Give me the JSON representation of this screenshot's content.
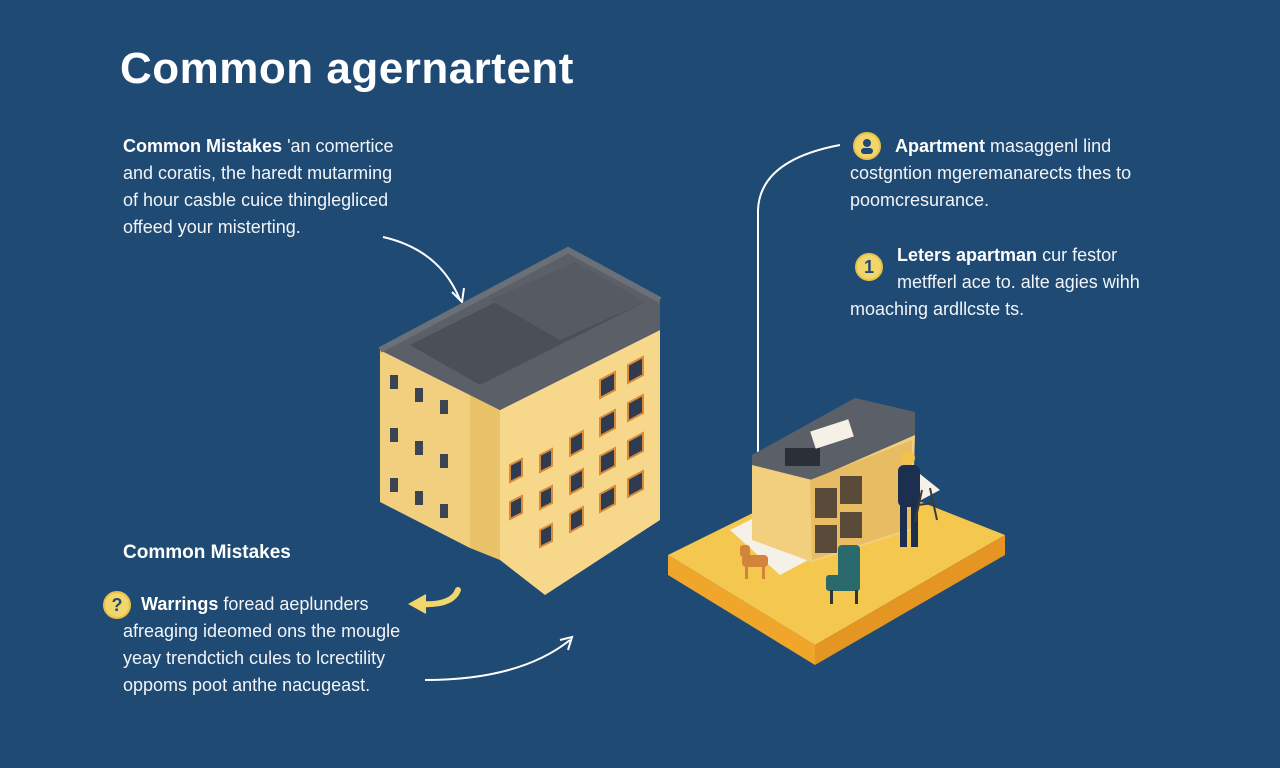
{
  "title": "Common agernartent",
  "left_top": {
    "bold": "Common Mistakes",
    "lines": [
      "'an comertice",
      "and coratis, the haredt mutarming",
      "of hour casble cuice thinglegliced",
      "offeed your misterting."
    ]
  },
  "left_bottom": {
    "heading": "Common Mistakes",
    "badge": "?",
    "bold": "Warrings",
    "lines": [
      "foread aeplunders",
      "afreaging ideomed ons the mougle",
      "yeay trendctich cules to lcrectility",
      "oppoms poot anthe nacugeast."
    ]
  },
  "right_top": {
    "icon": "person-icon",
    "bold": "Apartment",
    "lines": [
      "masaggenl lind",
      "costgntion mgeremanarects thes to",
      "poomcresurance."
    ]
  },
  "right_mid": {
    "badge": "1",
    "bold": "Leters apartman",
    "lines": [
      "cur festor",
      "metfferl ace to. alte agies wihh",
      "moaching ardllcste ts."
    ]
  },
  "colors": {
    "background": "#1f4a74",
    "building_wall": "#f1cf7e",
    "building_roof": "#5b6068",
    "platform": "#f4c84f",
    "accent": "#f2d56b"
  }
}
